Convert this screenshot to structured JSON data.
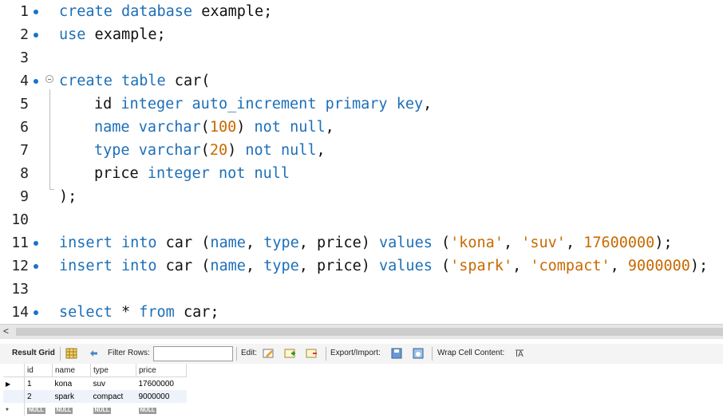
{
  "editor": {
    "lines": [
      {
        "n": "1",
        "marker": true,
        "fold": false,
        "indent": 0,
        "tokens": [
          [
            "kw",
            "create"
          ],
          [
            "p",
            " "
          ],
          [
            "kw",
            "database"
          ],
          [
            "p",
            " example;"
          ]
        ]
      },
      {
        "n": "2",
        "marker": true,
        "fold": false,
        "indent": 0,
        "tokens": [
          [
            "kw",
            "use"
          ],
          [
            "p",
            " example;"
          ]
        ]
      },
      {
        "n": "3",
        "marker": false,
        "fold": false,
        "indent": 0,
        "tokens": []
      },
      {
        "n": "4",
        "marker": true,
        "fold": true,
        "indent": 0,
        "tokens": [
          [
            "kw",
            "create"
          ],
          [
            "p",
            " "
          ],
          [
            "kw",
            "table"
          ],
          [
            "p",
            " car("
          ]
        ]
      },
      {
        "n": "5",
        "marker": false,
        "fold": false,
        "indent": 1,
        "tokens": [
          [
            "p",
            "id "
          ],
          [
            "kw",
            "integer"
          ],
          [
            "p",
            " "
          ],
          [
            "kw",
            "auto_increment"
          ],
          [
            "p",
            " "
          ],
          [
            "kw",
            "primary"
          ],
          [
            "p",
            " "
          ],
          [
            "kw",
            "key"
          ],
          [
            "p",
            ","
          ]
        ]
      },
      {
        "n": "6",
        "marker": false,
        "fold": false,
        "indent": 1,
        "tokens": [
          [
            "kw",
            "name"
          ],
          [
            "p",
            " "
          ],
          [
            "kw",
            "varchar"
          ],
          [
            "p",
            "("
          ],
          [
            "num",
            "100"
          ],
          [
            "p",
            ") "
          ],
          [
            "kw",
            "not"
          ],
          [
            "p",
            " "
          ],
          [
            "kw",
            "null"
          ],
          [
            "p",
            ","
          ]
        ]
      },
      {
        "n": "7",
        "marker": false,
        "fold": false,
        "indent": 1,
        "tokens": [
          [
            "kw",
            "type"
          ],
          [
            "p",
            " "
          ],
          [
            "kw",
            "varchar"
          ],
          [
            "p",
            "("
          ],
          [
            "num",
            "20"
          ],
          [
            "p",
            ") "
          ],
          [
            "kw",
            "not"
          ],
          [
            "p",
            " "
          ],
          [
            "kw",
            "null"
          ],
          [
            "p",
            ","
          ]
        ]
      },
      {
        "n": "8",
        "marker": false,
        "fold": false,
        "indent": 1,
        "tokens": [
          [
            "p",
            "price "
          ],
          [
            "kw",
            "integer"
          ],
          [
            "p",
            " "
          ],
          [
            "kw",
            "not"
          ],
          [
            "p",
            " "
          ],
          [
            "kw",
            "null"
          ]
        ]
      },
      {
        "n": "9",
        "marker": false,
        "fold": false,
        "indent": 0,
        "tokens": [
          [
            "p",
            ");"
          ]
        ]
      },
      {
        "n": "10",
        "marker": false,
        "fold": false,
        "indent": 0,
        "tokens": []
      },
      {
        "n": "11",
        "marker": true,
        "fold": false,
        "indent": 0,
        "tokens": [
          [
            "kw",
            "insert"
          ],
          [
            "p",
            " "
          ],
          [
            "kw",
            "into"
          ],
          [
            "p",
            " car ("
          ],
          [
            "kw",
            "name"
          ],
          [
            "p",
            ", "
          ],
          [
            "kw",
            "type"
          ],
          [
            "p",
            ", price) "
          ],
          [
            "kw",
            "values"
          ],
          [
            "p",
            " ("
          ],
          [
            "str",
            "'kona'"
          ],
          [
            "p",
            ", "
          ],
          [
            "str",
            "'suv'"
          ],
          [
            "p",
            ", "
          ],
          [
            "num",
            "17600000"
          ],
          [
            "p",
            ");"
          ]
        ]
      },
      {
        "n": "12",
        "marker": true,
        "fold": false,
        "indent": 0,
        "tokens": [
          [
            "kw",
            "insert"
          ],
          [
            "p",
            " "
          ],
          [
            "kw",
            "into"
          ],
          [
            "p",
            " car ("
          ],
          [
            "kw",
            "name"
          ],
          [
            "p",
            ", "
          ],
          [
            "kw",
            "type"
          ],
          [
            "p",
            ", price) "
          ],
          [
            "kw",
            "values"
          ],
          [
            "p",
            " ("
          ],
          [
            "str",
            "'spark'"
          ],
          [
            "p",
            ", "
          ],
          [
            "str",
            "'compact'"
          ],
          [
            "p",
            ", "
          ],
          [
            "num",
            "9000000"
          ],
          [
            "p",
            ");"
          ]
        ]
      },
      {
        "n": "13",
        "marker": false,
        "fold": false,
        "indent": 0,
        "tokens": []
      },
      {
        "n": "14",
        "marker": true,
        "fold": false,
        "indent": 0,
        "tokens": [
          [
            "kw",
            "select"
          ],
          [
            "p",
            " * "
          ],
          [
            "kw",
            "from"
          ],
          [
            "p",
            " car;"
          ]
        ]
      }
    ]
  },
  "scrollbar": {
    "left_arrow": "<"
  },
  "toolbar": {
    "result_grid": "Result Grid",
    "filter_rows": "Filter Rows:",
    "filter_value": "",
    "edit": "Edit:",
    "export_import": "Export/Import:",
    "wrap": "Wrap Cell Content:"
  },
  "grid": {
    "columns": [
      "id",
      "name",
      "type",
      "price"
    ],
    "rows": [
      [
        "1",
        "kona",
        "suv",
        "17600000"
      ],
      [
        "2",
        "spark",
        "compact",
        "9000000"
      ]
    ],
    "null_label": "NULL",
    "new_row_marker": "*",
    "current_row_marker": "▶"
  },
  "colors": {
    "keyword": "#1d6fb8",
    "number": "#c76a00",
    "marker": "#1a73c9"
  }
}
